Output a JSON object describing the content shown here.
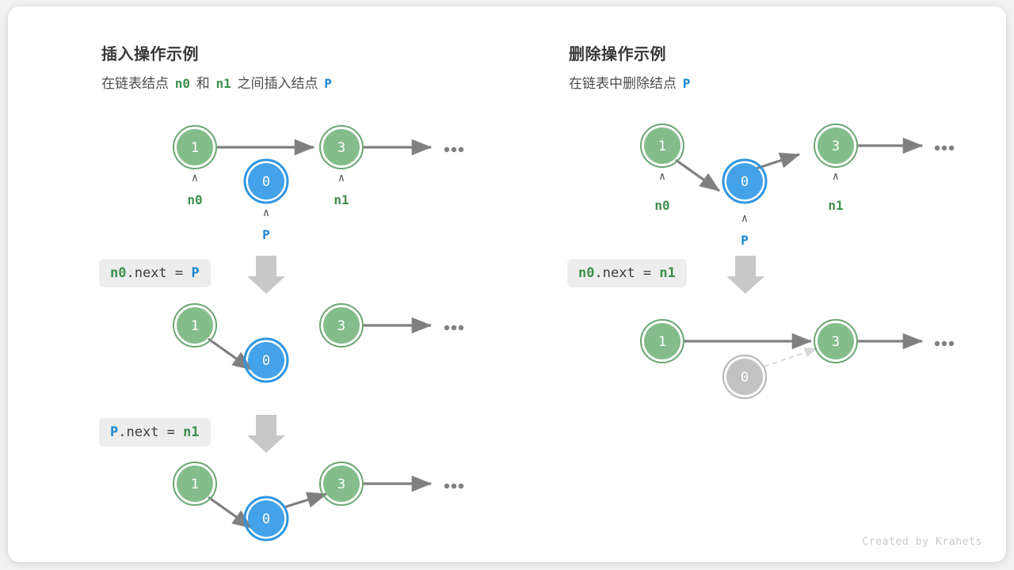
{
  "figure": {
    "credit": "Created by Krahets",
    "colors": {
      "node_green_fill": "#84bd8b",
      "node_green_ring": "#6aa673",
      "node_blue_fill": "#43a2e8",
      "node_blue_ring": "#2e96e2",
      "node_gray_fill": "#c2c2c2",
      "node_gray_ring": "#b5b5b5",
      "edge": "#808080",
      "edge_dashed": "#d8d8d8",
      "code_chip_bg": "#ededed",
      "identifier_green": "#3f8f4f",
      "identifier_blue": "#1b87d2",
      "big_arrow": "#c8c8c8",
      "card_bg": "#ffffff",
      "page_bg": "#f2f2f2"
    }
  },
  "panels": [
    {
      "id": "insert",
      "title": "插入操作示例",
      "subtitle": {
        "part1": "在链表结点",
        "id1": "n0",
        "part2": "和",
        "id2": "n1",
        "part3": "之间插入结点",
        "id3": "P"
      },
      "steps": [
        {
          "id": "insert-step-1",
          "code": null,
          "nodes": [
            {
              "name": "node-n0",
              "value": "1",
              "color": "green",
              "pointer": "n0",
              "pointer_color": "green"
            },
            {
              "name": "node-p",
              "value": "0",
              "color": "blue",
              "pointer": "P",
              "pointer_color": "blue"
            },
            {
              "name": "node-n1",
              "value": "3",
              "color": "green",
              "pointer": "n1",
              "pointer_color": "green"
            }
          ],
          "ellipsis": "•••"
        },
        {
          "id": "insert-step-2",
          "code": {
            "tokens": [
              {
                "t": "n0",
                "c": "green"
              },
              {
                "t": ".next = ",
                "c": "plain"
              },
              {
                "t": "P",
                "c": "blue"
              }
            ]
          },
          "nodes": [
            {
              "name": "node-n0",
              "value": "1",
              "color": "green"
            },
            {
              "name": "node-p",
              "value": "0",
              "color": "blue"
            },
            {
              "name": "node-n1",
              "value": "3",
              "color": "green"
            }
          ],
          "ellipsis": "•••"
        },
        {
          "id": "insert-step-3",
          "code": {
            "tokens": [
              {
                "t": "P",
                "c": "blue"
              },
              {
                "t": ".next = ",
                "c": "plain"
              },
              {
                "t": "n1",
                "c": "green"
              }
            ]
          },
          "nodes": [
            {
              "name": "node-n0",
              "value": "1",
              "color": "green"
            },
            {
              "name": "node-p",
              "value": "0",
              "color": "blue"
            },
            {
              "name": "node-n1",
              "value": "3",
              "color": "green"
            }
          ],
          "ellipsis": "•••"
        }
      ]
    },
    {
      "id": "delete",
      "title": "删除操作示例",
      "subtitle": {
        "part1": "在链表中删除结点",
        "id1": "P",
        "part2": "",
        "id2": "",
        "part3": "",
        "id3": ""
      },
      "steps": [
        {
          "id": "delete-step-1",
          "code": null,
          "nodes": [
            {
              "name": "node-n0",
              "value": "1",
              "color": "green",
              "pointer": "n0",
              "pointer_color": "green"
            },
            {
              "name": "node-p",
              "value": "0",
              "color": "blue",
              "pointer": "P",
              "pointer_color": "blue"
            },
            {
              "name": "node-n1",
              "value": "3",
              "color": "green",
              "pointer": "n1",
              "pointer_color": "green"
            }
          ],
          "ellipsis": "•••"
        },
        {
          "id": "delete-step-2",
          "code": {
            "tokens": [
              {
                "t": "n0",
                "c": "green"
              },
              {
                "t": ".next = ",
                "c": "plain"
              },
              {
                "t": "n1",
                "c": "green"
              }
            ]
          },
          "nodes": [
            {
              "name": "node-n0",
              "value": "1",
              "color": "green"
            },
            {
              "name": "node-p-deleted",
              "value": "0",
              "color": "gray"
            },
            {
              "name": "node-n1",
              "value": "3",
              "color": "green"
            }
          ],
          "ellipsis": "•••"
        }
      ]
    }
  ]
}
